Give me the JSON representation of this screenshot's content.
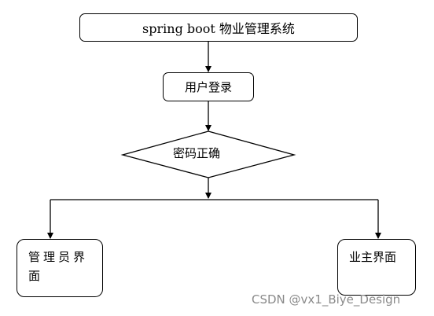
{
  "nodes": {
    "title": "spring boot  物业管理系统",
    "login": "用户登录",
    "decision": "密码正确",
    "admin_line1": "管理员界",
    "admin_line2": "面",
    "owner": "业主界面"
  },
  "watermark": "CSDN @vx1_Biye_Design"
}
